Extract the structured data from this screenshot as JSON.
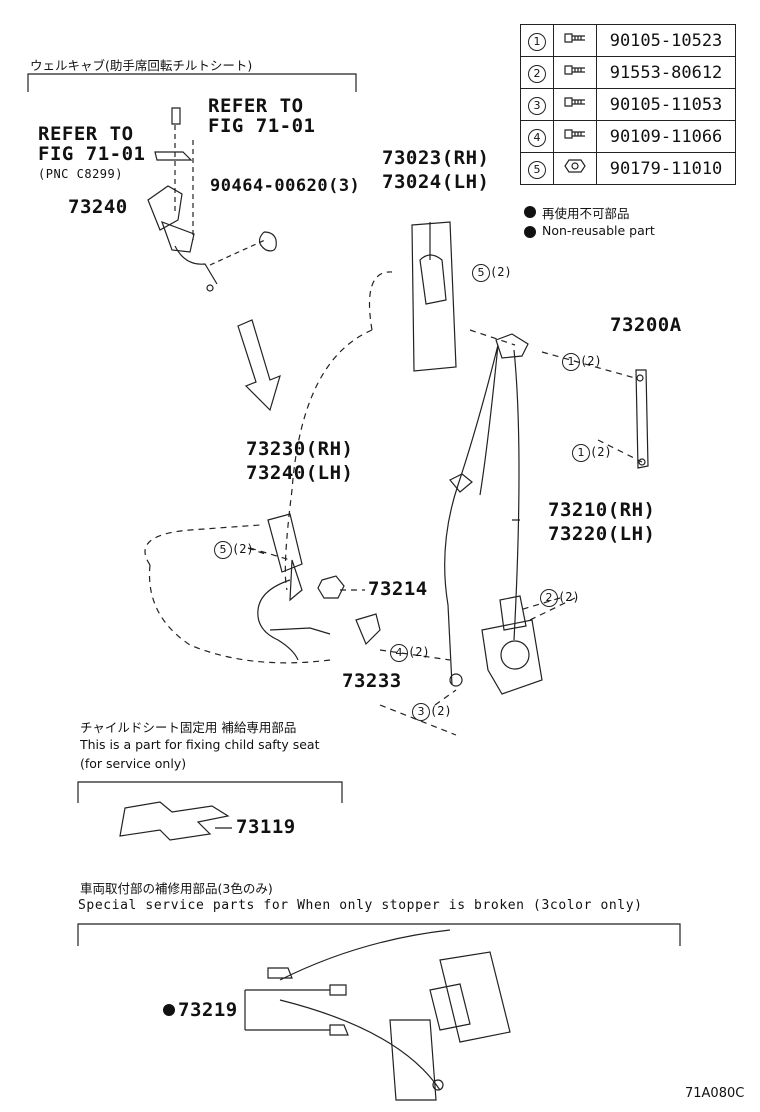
{
  "fastener_table": [
    {
      "num": "1",
      "icon": "bolt-flanged-icon",
      "part": "90105-10523"
    },
    {
      "num": "2",
      "icon": "bolt-knurled-icon",
      "part": "91553-80612"
    },
    {
      "num": "3",
      "icon": "bolt-flanged-icon",
      "part": "90105-11053"
    },
    {
      "num": "4",
      "icon": "bolt-shoulder-icon",
      "part": "90109-11066"
    },
    {
      "num": "5",
      "icon": "nut-hex-icon",
      "part": "90179-11010"
    }
  ],
  "nonreusable_note": {
    "jp": "再使用不可部品",
    "en": "Non-reusable part"
  },
  "inset_top": {
    "title": "ウェルキャブ(助手席回転チルトシート)",
    "refer1": [
      "REFER TO",
      "FIG 71-01"
    ],
    "refer2": [
      "REFER TO",
      "FIG 71-01",
      "(PNC C8299)"
    ],
    "part_buckle": "73240",
    "part_clip": "90464-00620(3)"
  },
  "parts": {
    "shoulder_belt": [
      "73023(RH)",
      "73024(LH)"
    ],
    "anchor": "73200A",
    "buckle": [
      "73230(RH)",
      "73240(LH)"
    ],
    "buckle_nut": "73214",
    "buckle_cover": "73233",
    "retractor": [
      "73210(RH)",
      "73220(LH)"
    ]
  },
  "callouts": {
    "c5a": {
      "num": "5",
      "qty": "(2)"
    },
    "c1a": {
      "num": "1",
      "qty": "(2)"
    },
    "c1b": {
      "num": "1",
      "qty": "(2)"
    },
    "c5b": {
      "num": "5",
      "qty": "(2)"
    },
    "c2": {
      "num": "2",
      "qty": "(2)"
    },
    "c4": {
      "num": "4",
      "qty": "(2)"
    },
    "c3": {
      "num": "3",
      "qty": "(2)"
    }
  },
  "child_seat": {
    "jp": "チャイルドシート固定用 補給専用部品",
    "en1": "This is a part for fixing child safty seat",
    "en2": "(for service only)",
    "part": "73119"
  },
  "service": {
    "jp": "車両取付部の補修用部品(3色のみ)",
    "en": "Special  service  parts  for  When  only  stopper  is  broken  (3color  only)",
    "part": "73219"
  },
  "figure_code": "71A080C"
}
